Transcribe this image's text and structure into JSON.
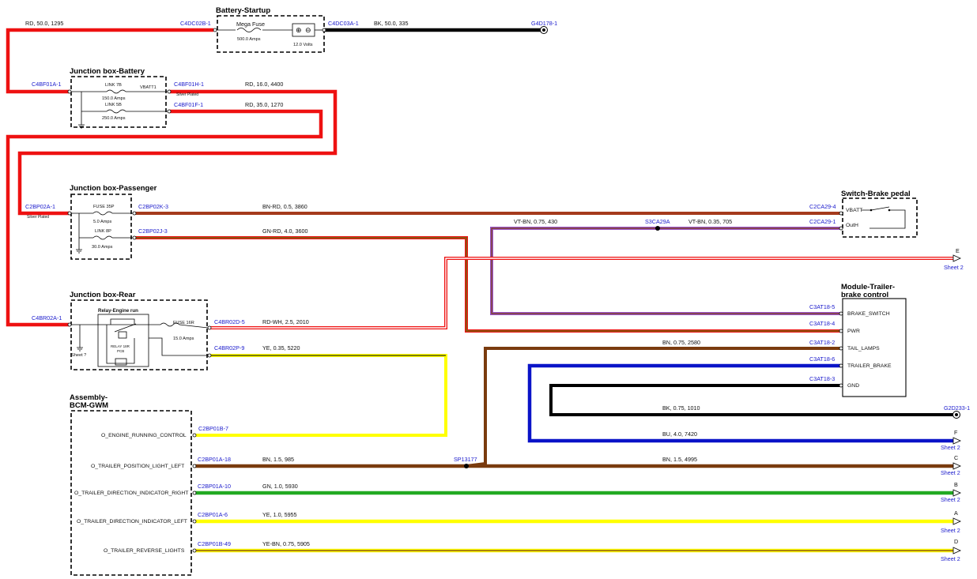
{
  "components": {
    "battery_startup": {
      "title": "Battery-Startup",
      "fuse": "Mega Fuse",
      "fuse_rating": "500.0 Amps",
      "battery_volts": "12.0 Volts"
    },
    "jb_battery": {
      "title": "Junction box-Battery",
      "link1": "LINK 7B",
      "link1_rating": "150.0 Amps",
      "link1_out": "VBATT1",
      "link2": "LINK 5B",
      "link2_rating": "250.0 Amps",
      "plating": "Silver Plated"
    },
    "jb_passenger": {
      "title": "Junction box-Passenger",
      "fuse1": "FUSE 35P",
      "fuse1_rating": "5.0 Amps",
      "fuse2": "LINK 8P",
      "fuse2_rating": "30.0 Amps",
      "plating": "Silver Plated"
    },
    "jb_rear": {
      "title": "Junction box-Rear",
      "relay": "Relay-Engine run",
      "relay_sub1": "RELAY 18R",
      "relay_sub2": "PCB",
      "fuse": "FUSE 16R",
      "fuse_rating": "15.0 Amps",
      "sheet_ref": "Sheet ?"
    },
    "bcm": {
      "title1": "Assembly-",
      "title2": "BCM-GWM",
      "pins": [
        "O_ENGINE_RUNNING_CONTROL",
        "O_TRAILER_POSITION_LIGHT_LEFT",
        "O_TRAILER_DIRECTION_INDICATOR_RIGHT",
        "O_TRAILER_DIRECTION_INDICATOR_LEFT",
        "O_TRAILER_REVERSE_LIGHTS"
      ]
    },
    "switch_brake": {
      "title": "Switch-Brake pedal",
      "pin1": "VBATT",
      "pin2": "OutH"
    },
    "trailer_module": {
      "title1": "Module-Trailer-",
      "title2": "brake control",
      "pins": [
        "BRAKE_SWITCH",
        "PWR",
        "TAIL_LAMPS",
        "TRAILER_BRAKE",
        "GND"
      ]
    }
  },
  "connectors": {
    "c4dc02b": "C4DC02B-1",
    "c4dc03a": "C4DC03A-1",
    "g4d178": "G4D178-1",
    "c4bf01a": "C4BF01A-1",
    "c4bf01h": "C4BF01H-1",
    "c4bf01f": "C4BF01F-1",
    "c2bp02a": "C2BP02A-1",
    "c2bp02k": "C2BP02K-3",
    "c2bp02j": "C2BP02J-3",
    "c2ca29_4": "C2CA29-4",
    "c2ca29_1": "C2CA29-1",
    "s3ca29a": "S3CA29A",
    "c4br02a": "C4BR02A-1",
    "c4br02d": "C4BR02D-5",
    "c4br02p": "C4BR02P-9",
    "c3at18_5": "C3AT18-5",
    "c3at18_4": "C3AT18-4",
    "c3at18_2": "C3AT18-2",
    "c3at18_6": "C3AT18-6",
    "c3at18_3": "C3AT18-3",
    "g2d233": "G2D233-1",
    "c2bp01b_7": "C2BP01B-7",
    "c2bp01a_18": "C2BP01A-18",
    "sp13177": "SP13177",
    "c2bp01a_10": "C2BP01A-10",
    "c2bp01a_6": "C2BP01A-6",
    "c2bp01b_49": "C2BP01B-49"
  },
  "wires": {
    "w_rd_50_1295": "RD, 50.0, 1295",
    "w_bk_50_335": "BK, 50.0, 335",
    "w_rd_16_4400": "RD, 16.0, 4400",
    "w_rd_35_1270": "RD, 35.0, 1270",
    "w_bnrd_05_3860": "BN-RD, 0.5, 3860",
    "w_gnrd_4_3600": "GN-RD, 4.0, 3600",
    "w_vtbn_075_430": "VT-BN, 0.75, 430",
    "w_vtbn_035_705": "VT-BN, 0.35, 705",
    "w_rdwh_25_2010": "RD-WH, 2.5, 2010",
    "w_ye_035_5220": "YE, 0.35, 5220",
    "w_bn_075_2580": "BN, 0.75, 2580",
    "w_bk_075_1010": "BK, 0.75, 1010",
    "w_bu_4_7420": "BU, 4.0, 7420",
    "w_bn_15_985": "BN, 1.5, 985",
    "w_bn_15_4995": "BN, 1.5, 4995",
    "w_gn_1_5930": "GN, 1.0, 5930",
    "w_ye_1_5955": "YE, 1.0, 5955",
    "w_yebn_075_5905": "YE-BN, 0.75, 5905"
  },
  "offsheet": {
    "e": "E",
    "f": "F",
    "c": "C",
    "b": "B",
    "a": "A",
    "d": "D",
    "sheet": "Sheet 2"
  },
  "colors": {
    "red": "#ee1111",
    "black": "#000000",
    "brown": "#7a3b0e",
    "bnrd": "#a53a1c",
    "green": "#22aa22",
    "olive": "#6a6a10",
    "violet": "#9b55c8",
    "yellow": "#ffff00",
    "blue": "#0a14c8",
    "white": "#ffffff",
    "connector_text": "#1a1acc"
  }
}
